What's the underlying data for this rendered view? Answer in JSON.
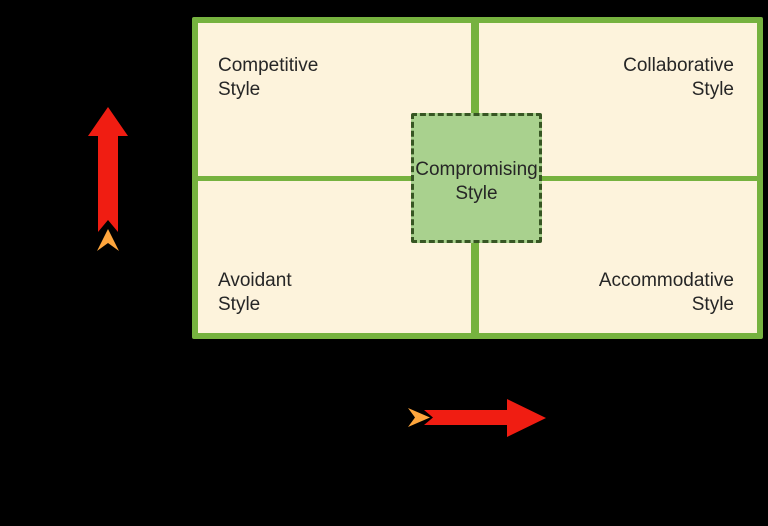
{
  "matrix": {
    "quadrants": {
      "top_left": {
        "label": "Competitive\nStyle"
      },
      "top_right": {
        "label": "Collaborative\nStyle"
      },
      "bottom_left": {
        "label": "Avoidant\nStyle"
      },
      "bottom_right": {
        "label": "Accommodative\nStyle"
      }
    },
    "center": {
      "label": "Compromising\nStyle"
    }
  },
  "colors": {
    "background": "#000000",
    "matrix-fill": "#FDF3DC",
    "matrix-border": "#76B23F",
    "center-fill": "#A9D18E",
    "center-border": "#375623",
    "label-text": "#262626",
    "arrow-red": "#F01D12",
    "arrow-orange": "#FFA63D"
  }
}
